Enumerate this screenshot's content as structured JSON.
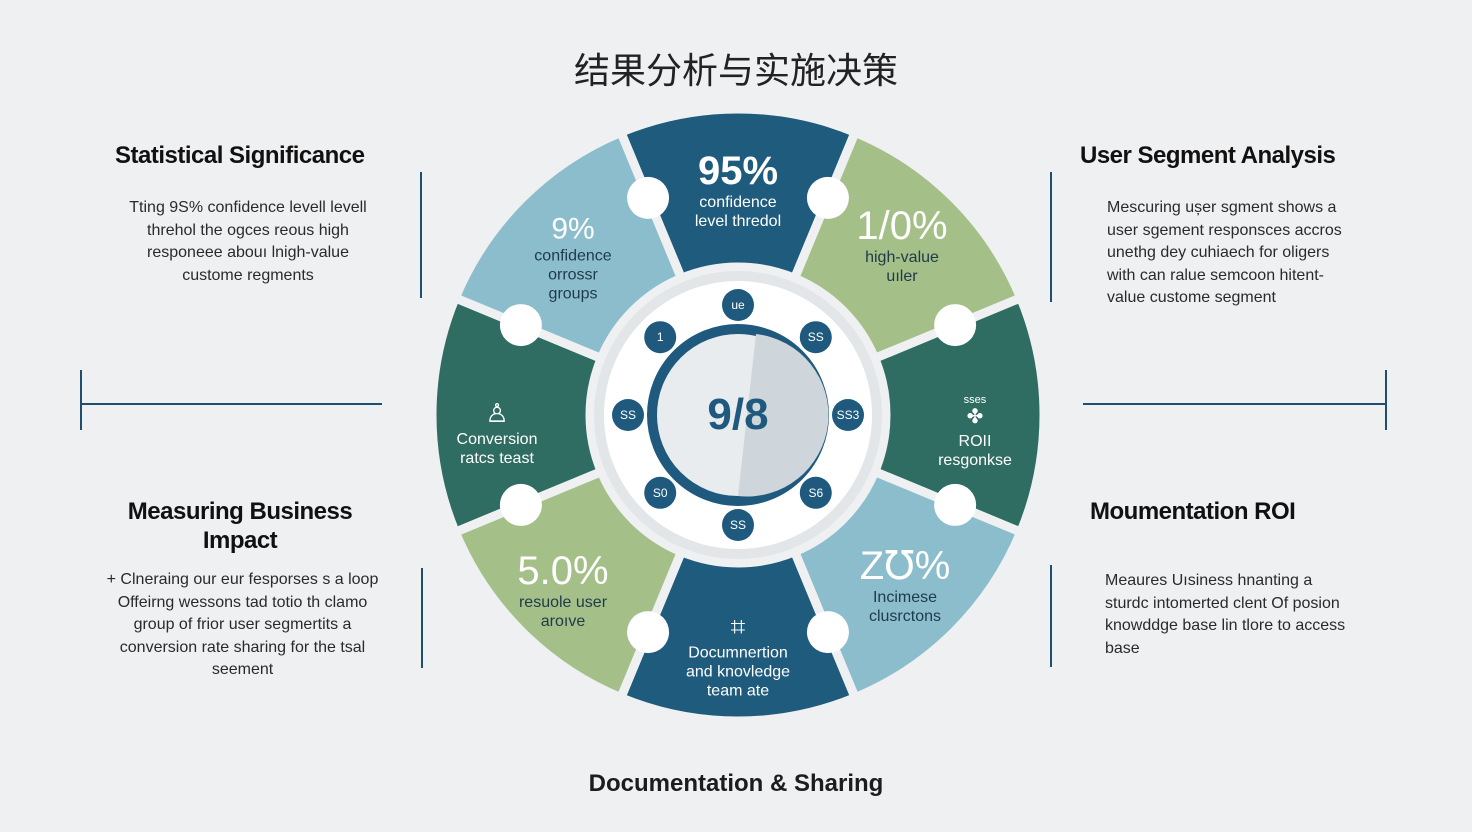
{
  "title": "结果分析与实施决策",
  "left_top": {
    "heading": "Statistical Significance",
    "lines": [
      "Tting 9S% confidence levell levell",
      "threhol the ogces reous high",
      "responeee abouı lnigh-value",
      "custome regments"
    ]
  },
  "left_bottom": {
    "heading_lines": [
      "Measuring Business",
      "Impact"
    ],
    "lines": [
      "+ Clneraing our eur fesporses s a loop",
      "Offeirng wessons tad totio th clamo",
      "group of frior user segmertits a",
      "conversion rate sharing for the tsal",
      "seement"
    ]
  },
  "right_top": {
    "heading": "User Segment Analysis",
    "lines": [
      "Mescuring ușer sgment shows a",
      "user sgement responsces accros",
      "unethg dey cuhiaech for oligers",
      "with can ralue semcoon hitent-",
      "value custome segment"
    ]
  },
  "right_bottom": {
    "heading": "Moumentation ROI",
    "lines": [
      "Meaures Uısiness hnanting a",
      "sturdc intomerted clent Of posion",
      "knowddge base lin tlore to access",
      "base"
    ]
  },
  "colors": {
    "dark_blue": "#1f5b7c",
    "green": "#a4bf88",
    "dark_green": "#2f6c62",
    "light_blue": "#8cbdcd",
    "hub": "#1f5a7e"
  },
  "segments": [
    {
      "id": "top",
      "color": "#1f5b7c",
      "value": "95%",
      "lines": [
        "confidence",
        "level thredol"
      ]
    },
    {
      "id": "upper-right",
      "color": "#a4bf88",
      "value": "1/0%",
      "lines": [
        "high-value",
        "uıler"
      ]
    },
    {
      "id": "right",
      "color": "#2f6c62",
      "icon_label": "sses",
      "lines": [
        "ROII",
        "resgonkse"
      ]
    },
    {
      "id": "lower-right",
      "color": "#8cbdcd",
      "value": "Z℧%",
      "lines": [
        "Incimese",
        "clusrctons"
      ]
    },
    {
      "id": "bottom",
      "color": "#1f5b7c",
      "lines": [
        "Documnertion",
        "and knovledge",
        "team ate"
      ]
    },
    {
      "id": "lower-left",
      "color": "#a4bf88",
      "value": "5.0%",
      "lines": [
        "resuole user",
        "aroıve"
      ]
    },
    {
      "id": "left",
      "color": "#2f6c62",
      "lines": [
        "Conversion",
        "ratcs teast"
      ]
    },
    {
      "id": "upper-left",
      "color": "#8cbdcd",
      "value": "9%",
      "lines": [
        "confidence",
        "orrossr",
        "groups"
      ]
    }
  ],
  "hub": {
    "value": "9/8",
    "nodes": [
      "ue",
      "SS",
      "SS3",
      "S6",
      "SS",
      "S0",
      "SS",
      "1"
    ]
  },
  "footer": "Documentation & Sharing"
}
